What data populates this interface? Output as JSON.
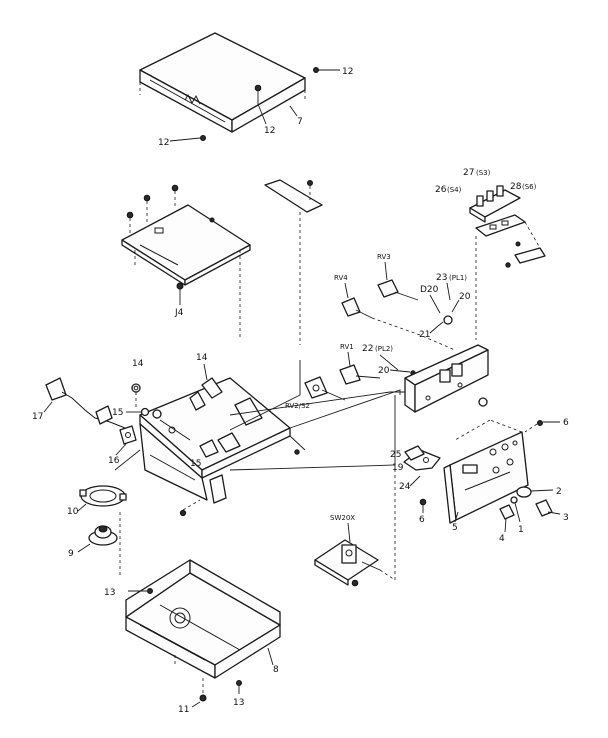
{
  "labels": {
    "n1": "1",
    "n2": "2",
    "n3": "3",
    "n4": "4",
    "n5": "5",
    "n6": "6",
    "n7": "7",
    "n8": "8",
    "n9": "9",
    "n10": "10",
    "n11": "11",
    "n12a": "12",
    "n12b": "12",
    "n12c": "12",
    "n13a": "13",
    "n13b": "13",
    "n14a": "14",
    "n14b": "14",
    "j14": "J4",
    "n15a": "15",
    "n15b": "15",
    "n16": "16",
    "n17": "17",
    "n19": "19",
    "n20a": "20",
    "n20b": "20",
    "n21": "21",
    "n22": "22",
    "n22sub": "(PL2)",
    "n23": "23",
    "n23sub": "(PL1)",
    "n24": "24",
    "n25": "25",
    "n26": "26",
    "n26sub": "(S4)",
    "n27": "27",
    "n27sub": "(S3)",
    "n28": "28",
    "n28sub": "(S6)",
    "d20": "D20",
    "rv1": "RV1",
    "rv2": "RV2/S2",
    "rv3": "RV3",
    "rv4": "RV4",
    "sw20x": "SW20X"
  }
}
